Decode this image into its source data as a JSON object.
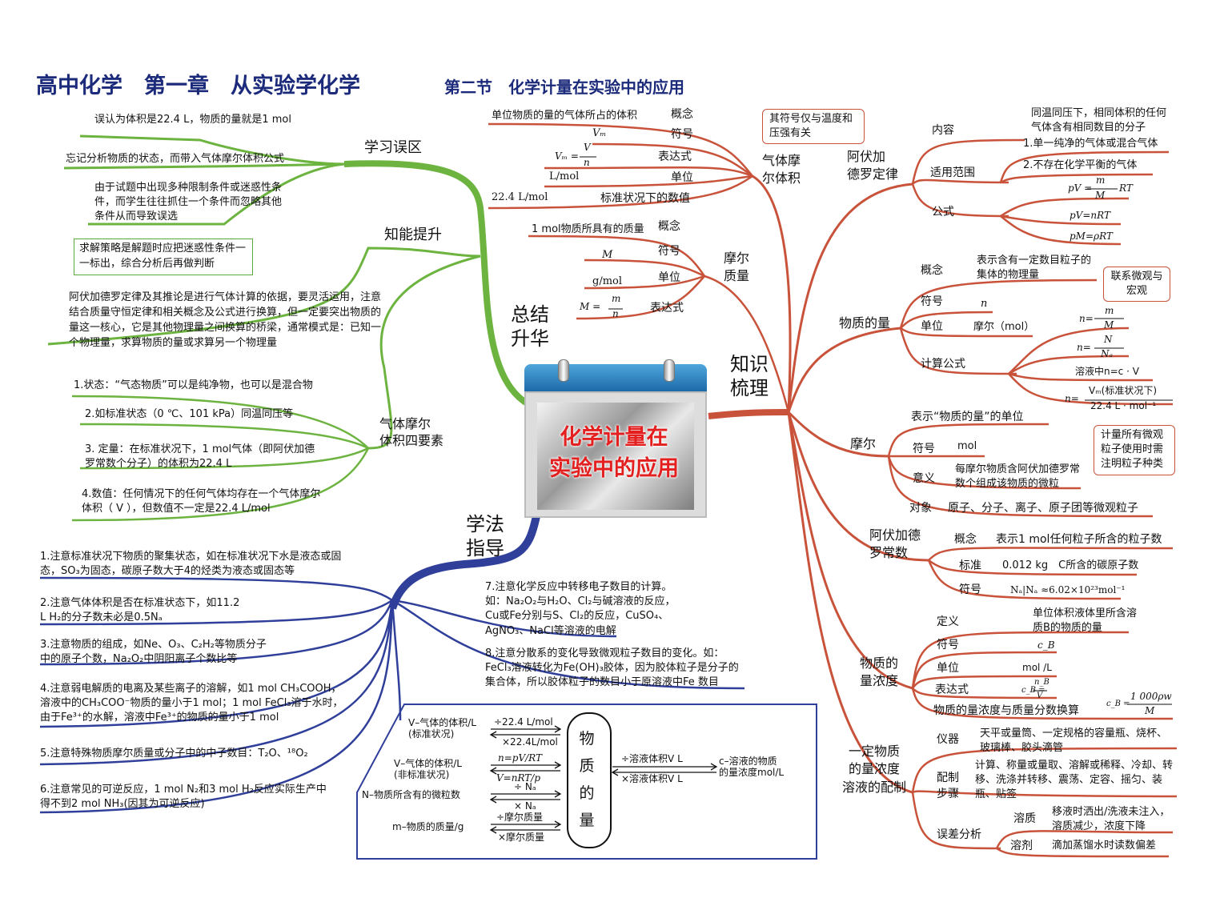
{
  "header": {
    "title": "高中化学　第一章　从实验学化学",
    "subtitle": "第二节　化学计量在实验中的应用"
  },
  "center": {
    "title_line1": "化学计量在",
    "title_line2": "实验中的应用"
  },
  "main_branches": {
    "knowledge": "知识\n梳理",
    "summary": "总结\n升华",
    "method": "学法\n指导"
  },
  "summary_branch": {
    "mistakes": {
      "label": "学习误区",
      "items": [
        "误认为体积是22.4 L，物质的量就是1 mol",
        "忘记分析物质的状态，而带入气体摩尔体积公式",
        "由于试题中出现多种限制条件或迷惑性条件，而学生往往抓住一个条件而忽略其他条件从而导致误选"
      ]
    },
    "improve": {
      "label": "知能提升",
      "tip": "求解策略是解题时应把迷惑性条件一一标出，综合分析后再做判断",
      "text": "阿伏加德罗定律及其推论是进行气体计算的依据，要灵活运用，注意结合质量守恒定律和相关概念及公式进行换算，但一定要突出物质的量这一核心，它是其他物理量之间换算的桥梁，通常模式是：已知一个物理量，求算物质的量或求算另一个物理量"
    },
    "four": {
      "label": "气体摩尔\n体积四要素",
      "items": [
        "1.状态：“气态物质”可以是纯净物，也可以是混合物",
        "2.如标准状态（0 ℃、101 kPa）同温同压等",
        "3. 定量：在标准状况下，1 mol气体（即阿伏加德罗常数个分子）的体积为22.4 L",
        "4.数值：任何情况下的任何气体均存在一个气体摩尔体积（ V ），但数值不一定是22.4 L/mol"
      ]
    }
  },
  "method_branch": {
    "items": [
      "1.注意标准状况下物质的聚集状态，如在标准状况下水是液态或固态，SO₃为固态，碳原子数大于4的烃类为液态或固态等",
      "2.注意气体体积是否在标准状态下，如11.2 L H₂的分子数未必是0.5Nₐ",
      "3.注意物质的组成，如Ne、O₃、C₂H₂等物质分子中的原子个数，Na₂O₂中阴阳离子个数比等",
      "4.注意弱电解质的电离及某些离子的溶解，如1 mol CH₃COOH，溶液中的CH₃COO⁻物质的量小于1 mol；1 mol FeCl₃溶于水时，由于Fe³⁺的水解，溶液中Fe³⁺的物质的量小于1 mol",
      "5.注意特殊物质摩尔质量或分子中的中子数目：T₂O、¹⁸O₂",
      "6.注意常见的可逆反应，1 mol N₂和3 mol H₂反应实际生产中得不到2 mol NH₃(因其为可逆反应)",
      "7.注意化学反应中转移电子数目的计算。如：Na₂O₂与H₂O、Cl₂与碱溶液的反应，Cu或Fe分别与S、Cl₂的反应，CuSO₄、AgNO₃、NaCl等溶液的电解",
      "8.注意分散系的变化导致微观粒子数目的变化。如：FeCl₃溶液转化为Fe(OH)₃胶体，因为胶体粒子是分子的集合体，所以胶体粒子的数目小于原溶液中Fe 数目"
    ],
    "formula_box": {
      "left": [
        "V–气体的体积/L\n(标准状况)",
        "V–气体的体积/L\n(非标准状况)",
        "N–物质所含有的微粒数",
        "m–物质的质量/g"
      ],
      "arrows": [
        {
          "top": "÷22.4 L/mol",
          "bottom": "×22.4L/mol"
        },
        {
          "top": "n=pV/RT",
          "bottom": "V=nRT/p"
        },
        {
          "top": "÷ Nₐ",
          "bottom": "× Nₐ"
        },
        {
          "top": "÷摩尔质量",
          "bottom": "×摩尔质量"
        }
      ],
      "center": [
        "物",
        "质",
        "的",
        "量"
      ],
      "right_arrow": {
        "top": "÷溶液体积V L",
        "bottom": "×溶液体积V L"
      },
      "right": "c–溶液的物质\n的量浓度mol/L"
    }
  },
  "knowledge_branch": {
    "gas_molar_volume": {
      "label": "气体摩\n尔体积",
      "note": "其符号仅与温度和压强有关",
      "rows": [
        {
          "key": "概念",
          "val": "单位物质的量的气体所占的体积"
        },
        {
          "key": "符号",
          "val": "Vₘ"
        },
        {
          "key": "表达式",
          "val": "Vₘ = V / n"
        },
        {
          "key": "单位",
          "val": "L/mol"
        },
        {
          "key": "标准状况下的数值",
          "val": "22.4 L/mol"
        }
      ]
    },
    "molar_mass": {
      "label": "摩尔\n质量",
      "rows": [
        {
          "key": "概念",
          "val": "1 mol物质所具有的质量"
        },
        {
          "key": "符号",
          "val": "M"
        },
        {
          "key": "单位",
          "val": "g/mol"
        },
        {
          "key": "表达式",
          "val": "M = m / n"
        }
      ]
    },
    "avogadro_law": {
      "label": "阿伏加\n德罗定律",
      "content_key": "内容",
      "content": "同温同压下，相同体积的任何气体含有相同数目的分子",
      "scope_key": "适用范围",
      "scope": [
        "1.单一纯净的气体或混合气体",
        "2.不存在化学平衡的气体"
      ],
      "formula_key": "公式",
      "formulas": [
        "pV = m/M RT",
        "pV=nRT",
        "pM=ρRT"
      ]
    },
    "amount": {
      "label": "物质的量",
      "concept_key": "概念",
      "concept": "表示含有一定数目粒子的集体的物理量",
      "note": "联系微观与宏观",
      "symbol_key": "符号",
      "symbol": "n",
      "unit_key": "单位",
      "unit": "摩尔（mol）",
      "calc_key": "计算公式",
      "calcs": [
        "n= m/M",
        "n= N/Nₐ",
        "溶液中n=c · V",
        "n= Vₘ(标准状况下) / 22.4 L · mol⁻¹"
      ]
    },
    "mole": {
      "label": "摩尔",
      "def": "表示“物质的量”的单位",
      "symbol_key": "符号",
      "symbol": "mol",
      "meaning_key": "意义",
      "meaning": "每摩尔物质含阿伏加德罗常数个组成该物质的微粒",
      "note": "计量所有微观粒子使用时需注明粒子种类",
      "object_key": "对象",
      "object": "原子、分子、离子、原子团等微观粒子"
    },
    "avogadro_const": {
      "label": "阿伏加德\n罗常数",
      "concept_key": "概念",
      "concept": "表示1 mol任何粒子所含的粒子数",
      "std_key": "标准",
      "std": "0.012 kg　C所含的碳原子数",
      "symbol_key": "符号",
      "symbol": "Nₐ|Nₐ ≈6.02×10²³mol⁻¹"
    },
    "concentration": {
      "label": "物质的\n量浓度",
      "def_key": "定义",
      "def": "单位体积液体里所含溶质B的物质的量",
      "symbol_key": "符号",
      "symbol": "c_B",
      "unit_key": "单位",
      "unit": "mol /L",
      "expr_key": "表达式",
      "expr": "c_B = n_B / V",
      "conv_key": "物质的量浓度与质量分数换算",
      "conv": "c_B = 1 000ρw / M"
    },
    "preparation": {
      "label": "一定物质\n的量浓度\n溶液的配制",
      "instr_key": "仪器",
      "instr": "天平或量筒、一定规格的容量瓶、烧杯、玻璃棒、胶头滴管",
      "steps_key": "配制\n步骤",
      "steps": "计算、称量或量取、溶解或稀释、冷却、转移、洗涤并转移、震荡、定容、摇匀、装瓶、贴签",
      "err_key": "误差分析",
      "solute_key": "溶质",
      "solute": "移液时洒出/洗液未注入，溶质减少，浓度下降",
      "solvent_key": "溶剂",
      "solvent": "滴加蒸馏水时读数偏差"
    }
  },
  "colors": {
    "green": "#6cb33f",
    "red": "#c8533a",
    "blue": "#2f3f9a",
    "title": "#1b2a7a",
    "center_text": "#e41f1f"
  }
}
